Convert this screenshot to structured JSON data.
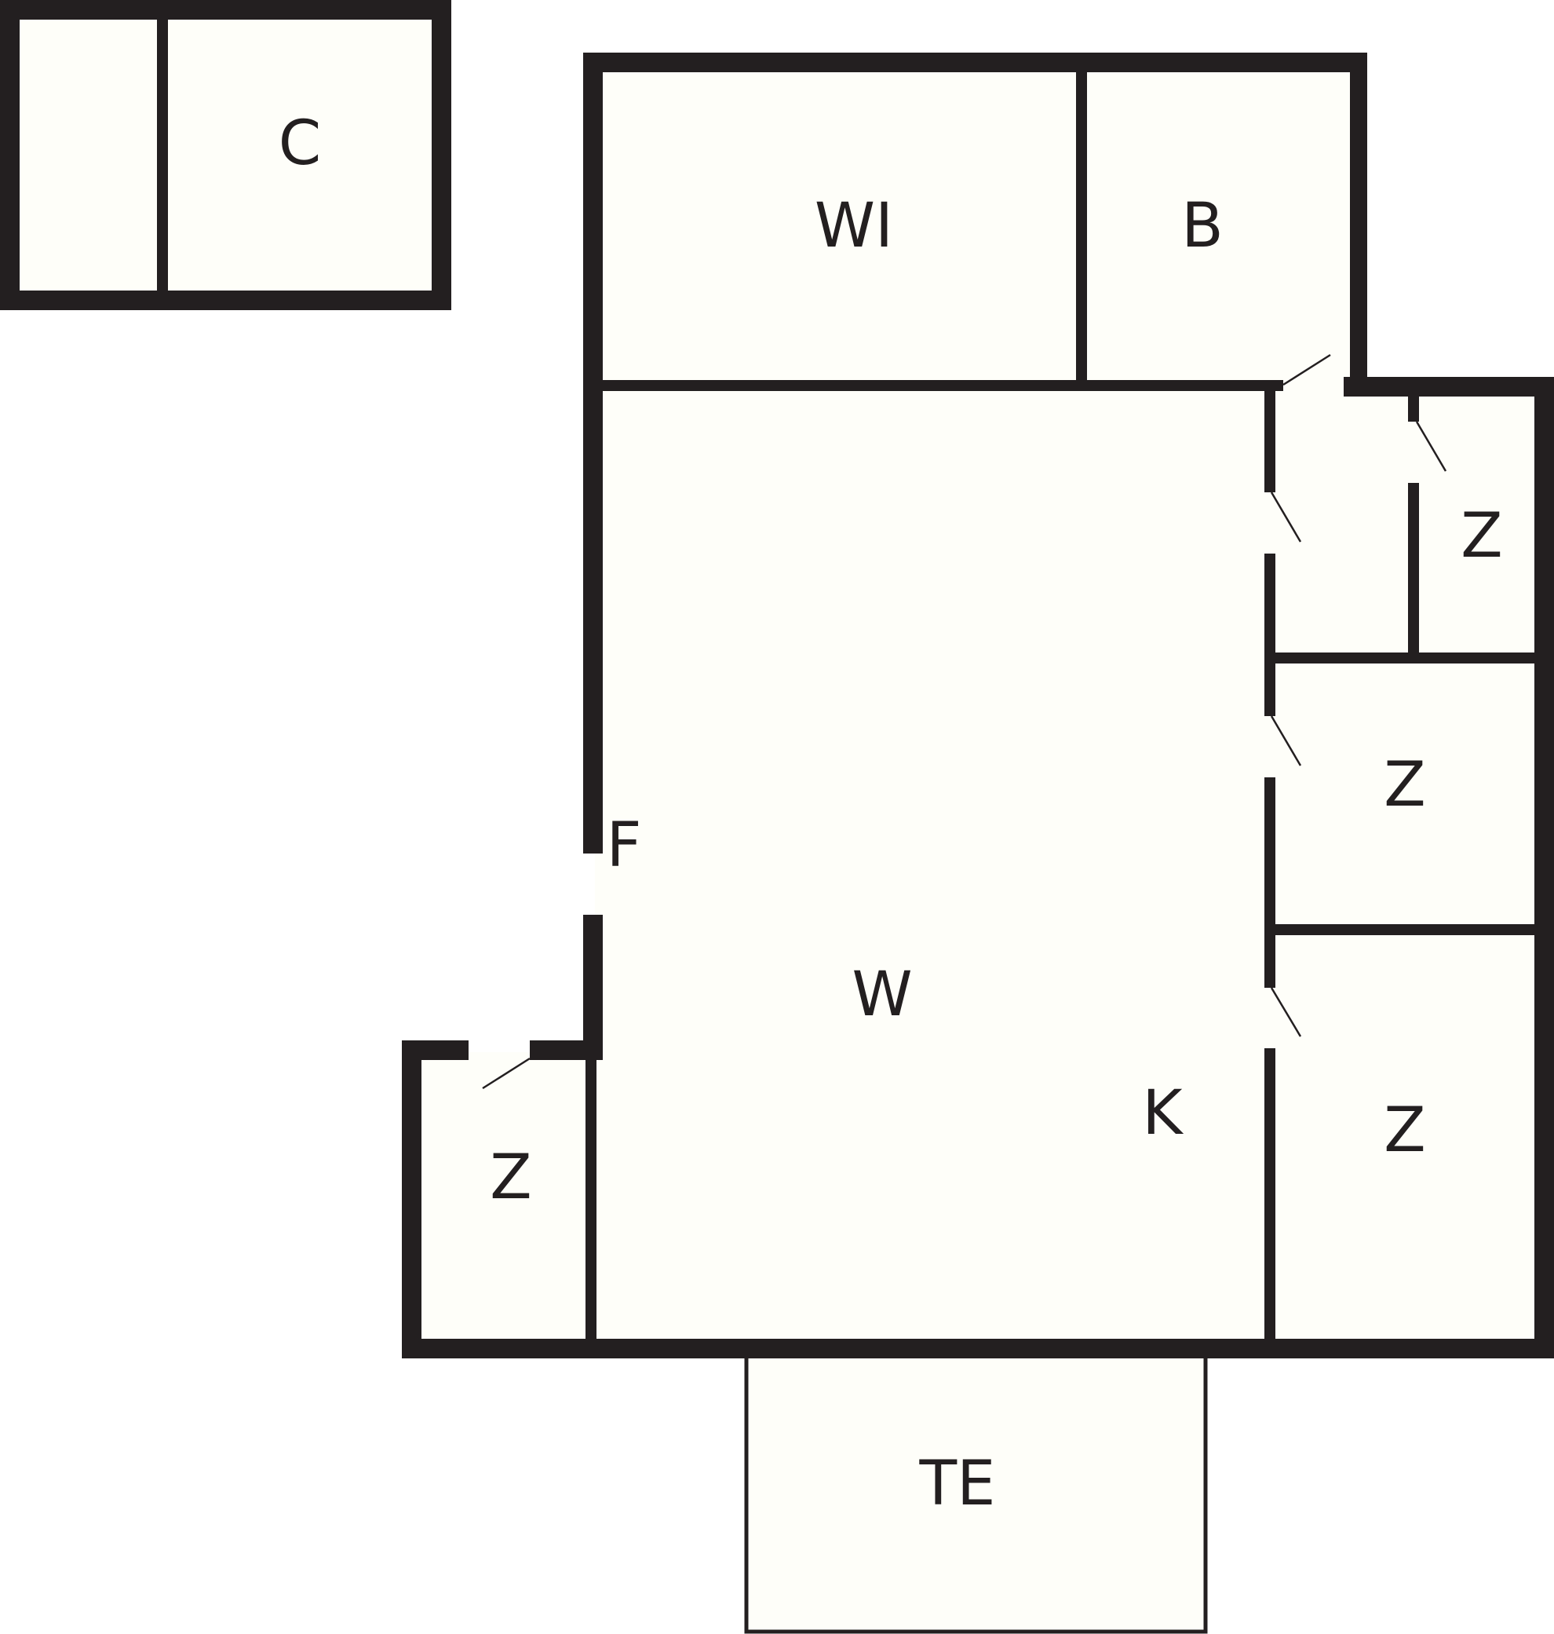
{
  "colors": {
    "wall": "#231f20",
    "floor": "#fefef9",
    "opening": "#ffffff"
  },
  "rooms": [
    {
      "id": "c",
      "label": "C"
    },
    {
      "id": "wi",
      "label": "WI"
    },
    {
      "id": "b",
      "label": "B"
    },
    {
      "id": "w",
      "label": "W"
    },
    {
      "id": "k",
      "label": "K"
    },
    {
      "id": "f",
      "label": "F"
    },
    {
      "id": "z-top-right",
      "label": "Z"
    },
    {
      "id": "z-mid-right",
      "label": "Z"
    },
    {
      "id": "z-bottom-right",
      "label": "Z"
    },
    {
      "id": "z-left",
      "label": "Z"
    },
    {
      "id": "te",
      "label": "TE"
    }
  ]
}
